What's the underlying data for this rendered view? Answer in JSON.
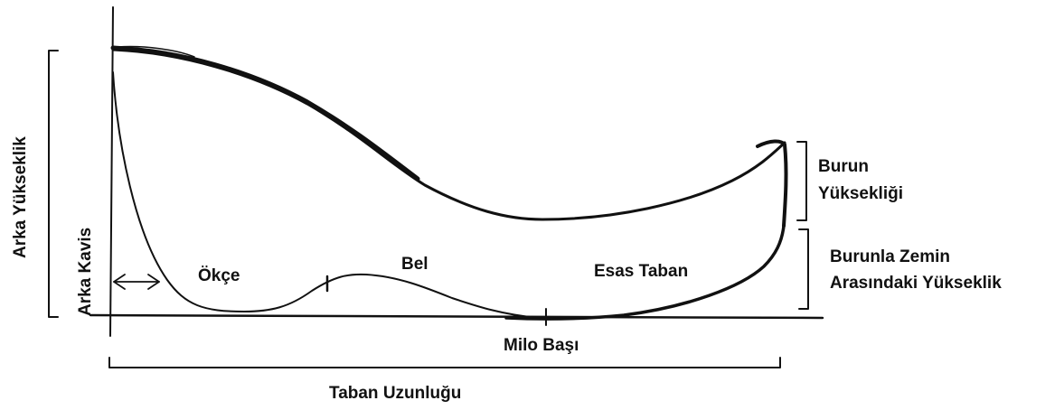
{
  "labels": {
    "arka_yukseklik": "Arka Yükseklik",
    "arka_kavis": "Arka Kavis",
    "okce": "Ökçe",
    "bel": "Bel",
    "esas_taban": "Esas Taban",
    "burun_yuksekligi_line1": "Burun",
    "burun_yuksekligi_line2": "Yüksekliği",
    "burunla_zemin_line1": "Burunla Zemin",
    "burunla_zemin_line2": "Arasındaki Yükseklik",
    "milo_basi": "Milo Başı",
    "taban_uzunlugu": "Taban Uzunluğu"
  },
  "colors": {
    "ink": "#111111",
    "background": "#ffffff"
  }
}
